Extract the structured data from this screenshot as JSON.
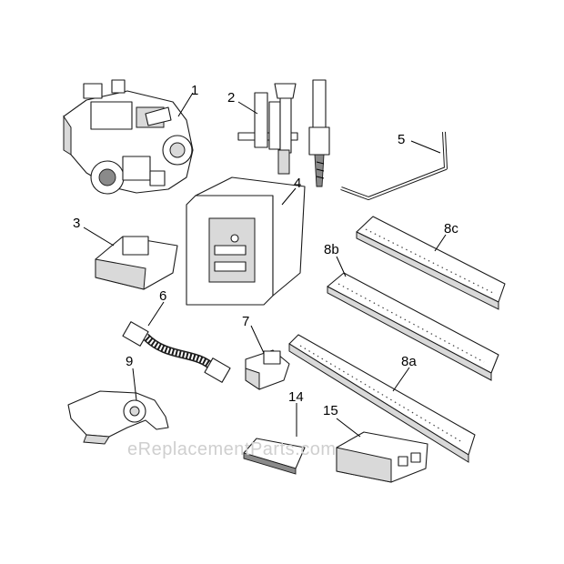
{
  "diagram": {
    "callouts": {
      "c1": "1",
      "c2": "2",
      "c3": "3",
      "c4": "4",
      "c5": "5",
      "c6": "6",
      "c7": "7",
      "c8a": "8a",
      "c8b": "8b",
      "c8c": "8c",
      "c9": "9",
      "c14": "14",
      "c15": "15"
    },
    "watermark": "eReplacementParts.com"
  }
}
